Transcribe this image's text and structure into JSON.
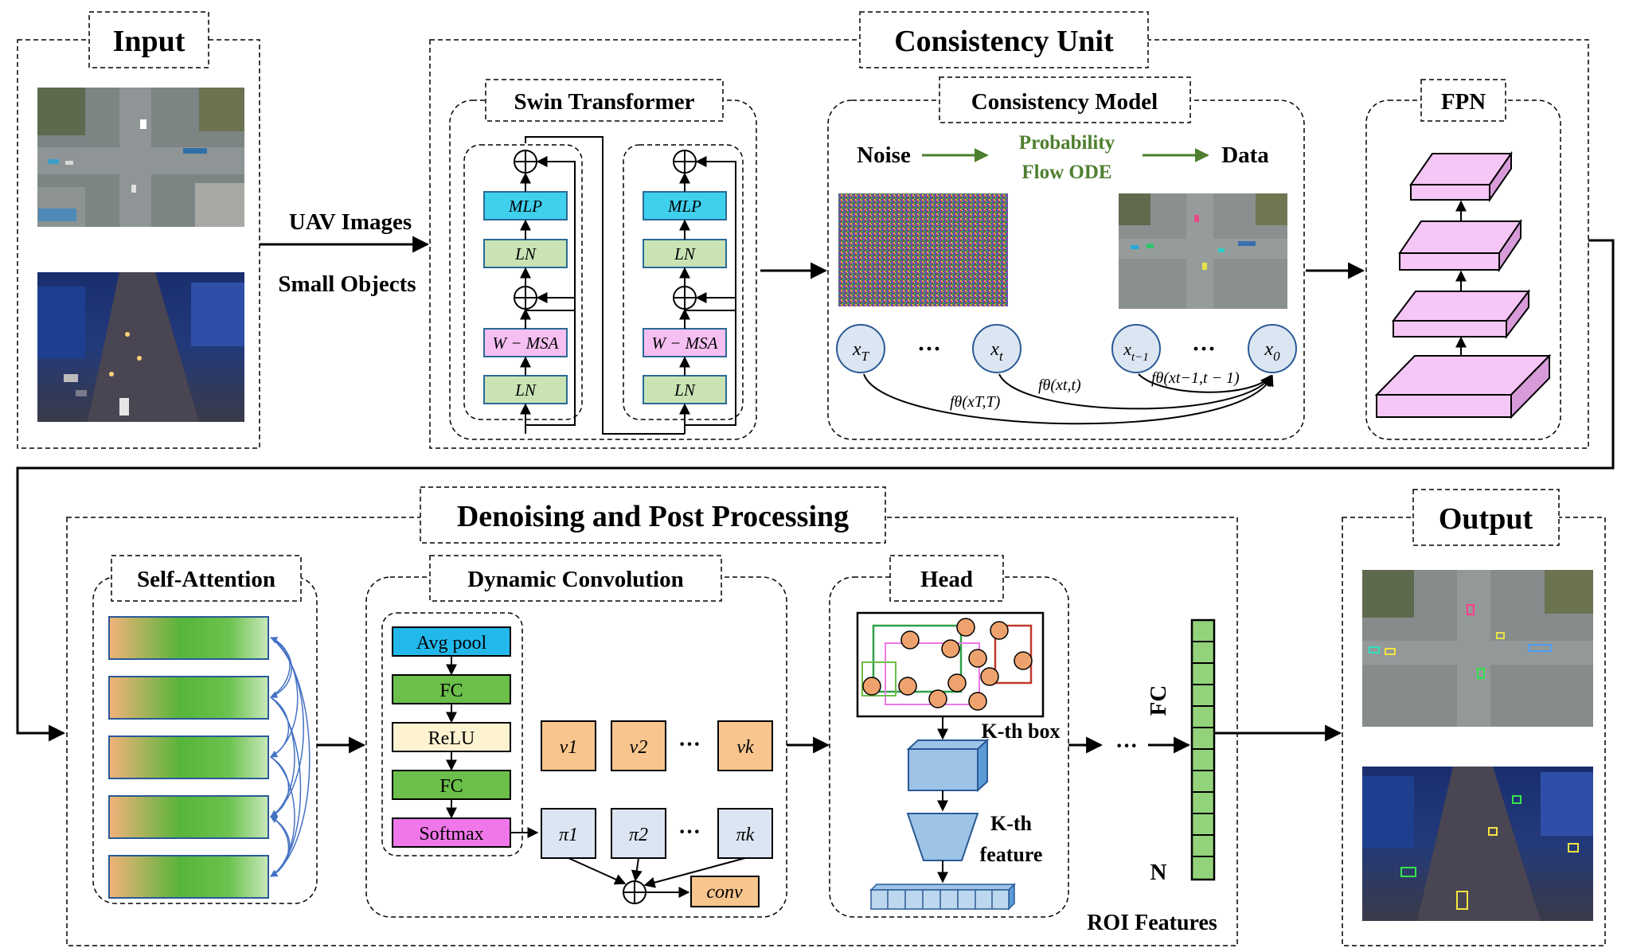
{
  "input": {
    "title": "Input",
    "edge_label_1": "UAV Images",
    "edge_label_2": "Small Objects"
  },
  "consistency_unit": {
    "title": "Consistency Unit",
    "swin": {
      "title": "Swin Transformer",
      "blocks": [
        {
          "mlp": "MLP",
          "ln_top": "LN",
          "wmsa": "W − MSA",
          "ln_bottom": "LN"
        },
        {
          "mlp": "MLP",
          "ln_top": "LN",
          "wmsa": "W − MSA",
          "ln_bottom": "LN"
        }
      ]
    },
    "consistency_model": {
      "title": "Consistency Model",
      "noise": "Noise",
      "ode_line1": "Probability",
      "ode_line2": "Flow ODE",
      "data": "Data",
      "nodes": {
        "xT": {
          "base": "x",
          "sub": "T"
        },
        "xt": {
          "base": "x",
          "sub": "t"
        },
        "xt1": {
          "base": "x",
          "sub": "t−1"
        },
        "x0": {
          "base": "x",
          "sub": "0"
        }
      },
      "ellipsis": "···",
      "arcs": {
        "a1": "fθ(xT,T)",
        "a2": "fθ(xt,t)",
        "a3": "fθ(xt−1,t − 1)"
      }
    },
    "fpn": {
      "title": "FPN"
    }
  },
  "denoising": {
    "title": "Denoising and Post Processing",
    "self_attention": {
      "title": "Self-Attention"
    },
    "dynamic_conv": {
      "title": "Dynamic Convolution",
      "stack": [
        "Avg pool",
        "FC",
        "ReLU",
        "FC",
        "Softmax"
      ],
      "v": [
        "v1",
        "v2",
        "vk"
      ],
      "pi": [
        "π1",
        "π2",
        "πk"
      ],
      "ellipsis": "···",
      "conv": "conv"
    },
    "head": {
      "title": "Head",
      "kbox": "K-th box",
      "kfeat_line1": "K-th",
      "kfeat_line2": "feature",
      "roi": "ROI Features",
      "ellipsis": "···",
      "fc": "FC",
      "n": "N"
    }
  },
  "output": {
    "title": "Output"
  },
  "colors": {
    "mlp": "#3FD0EE",
    "ln": "#C9E3B5",
    "wmsa": "#F6BFF2",
    "avgpool": "#22B8EC",
    "fc": "#6BBF4A",
    "relu": "#FDF3D0",
    "softmax": "#F077E9",
    "v": "#F8C58E",
    "pi": "#DCE6F2",
    "fpn": "#F5C6F6",
    "odegreen": "#4E7F2F",
    "fcbar": "#92D27A",
    "circle": "#EEA36E"
  }
}
